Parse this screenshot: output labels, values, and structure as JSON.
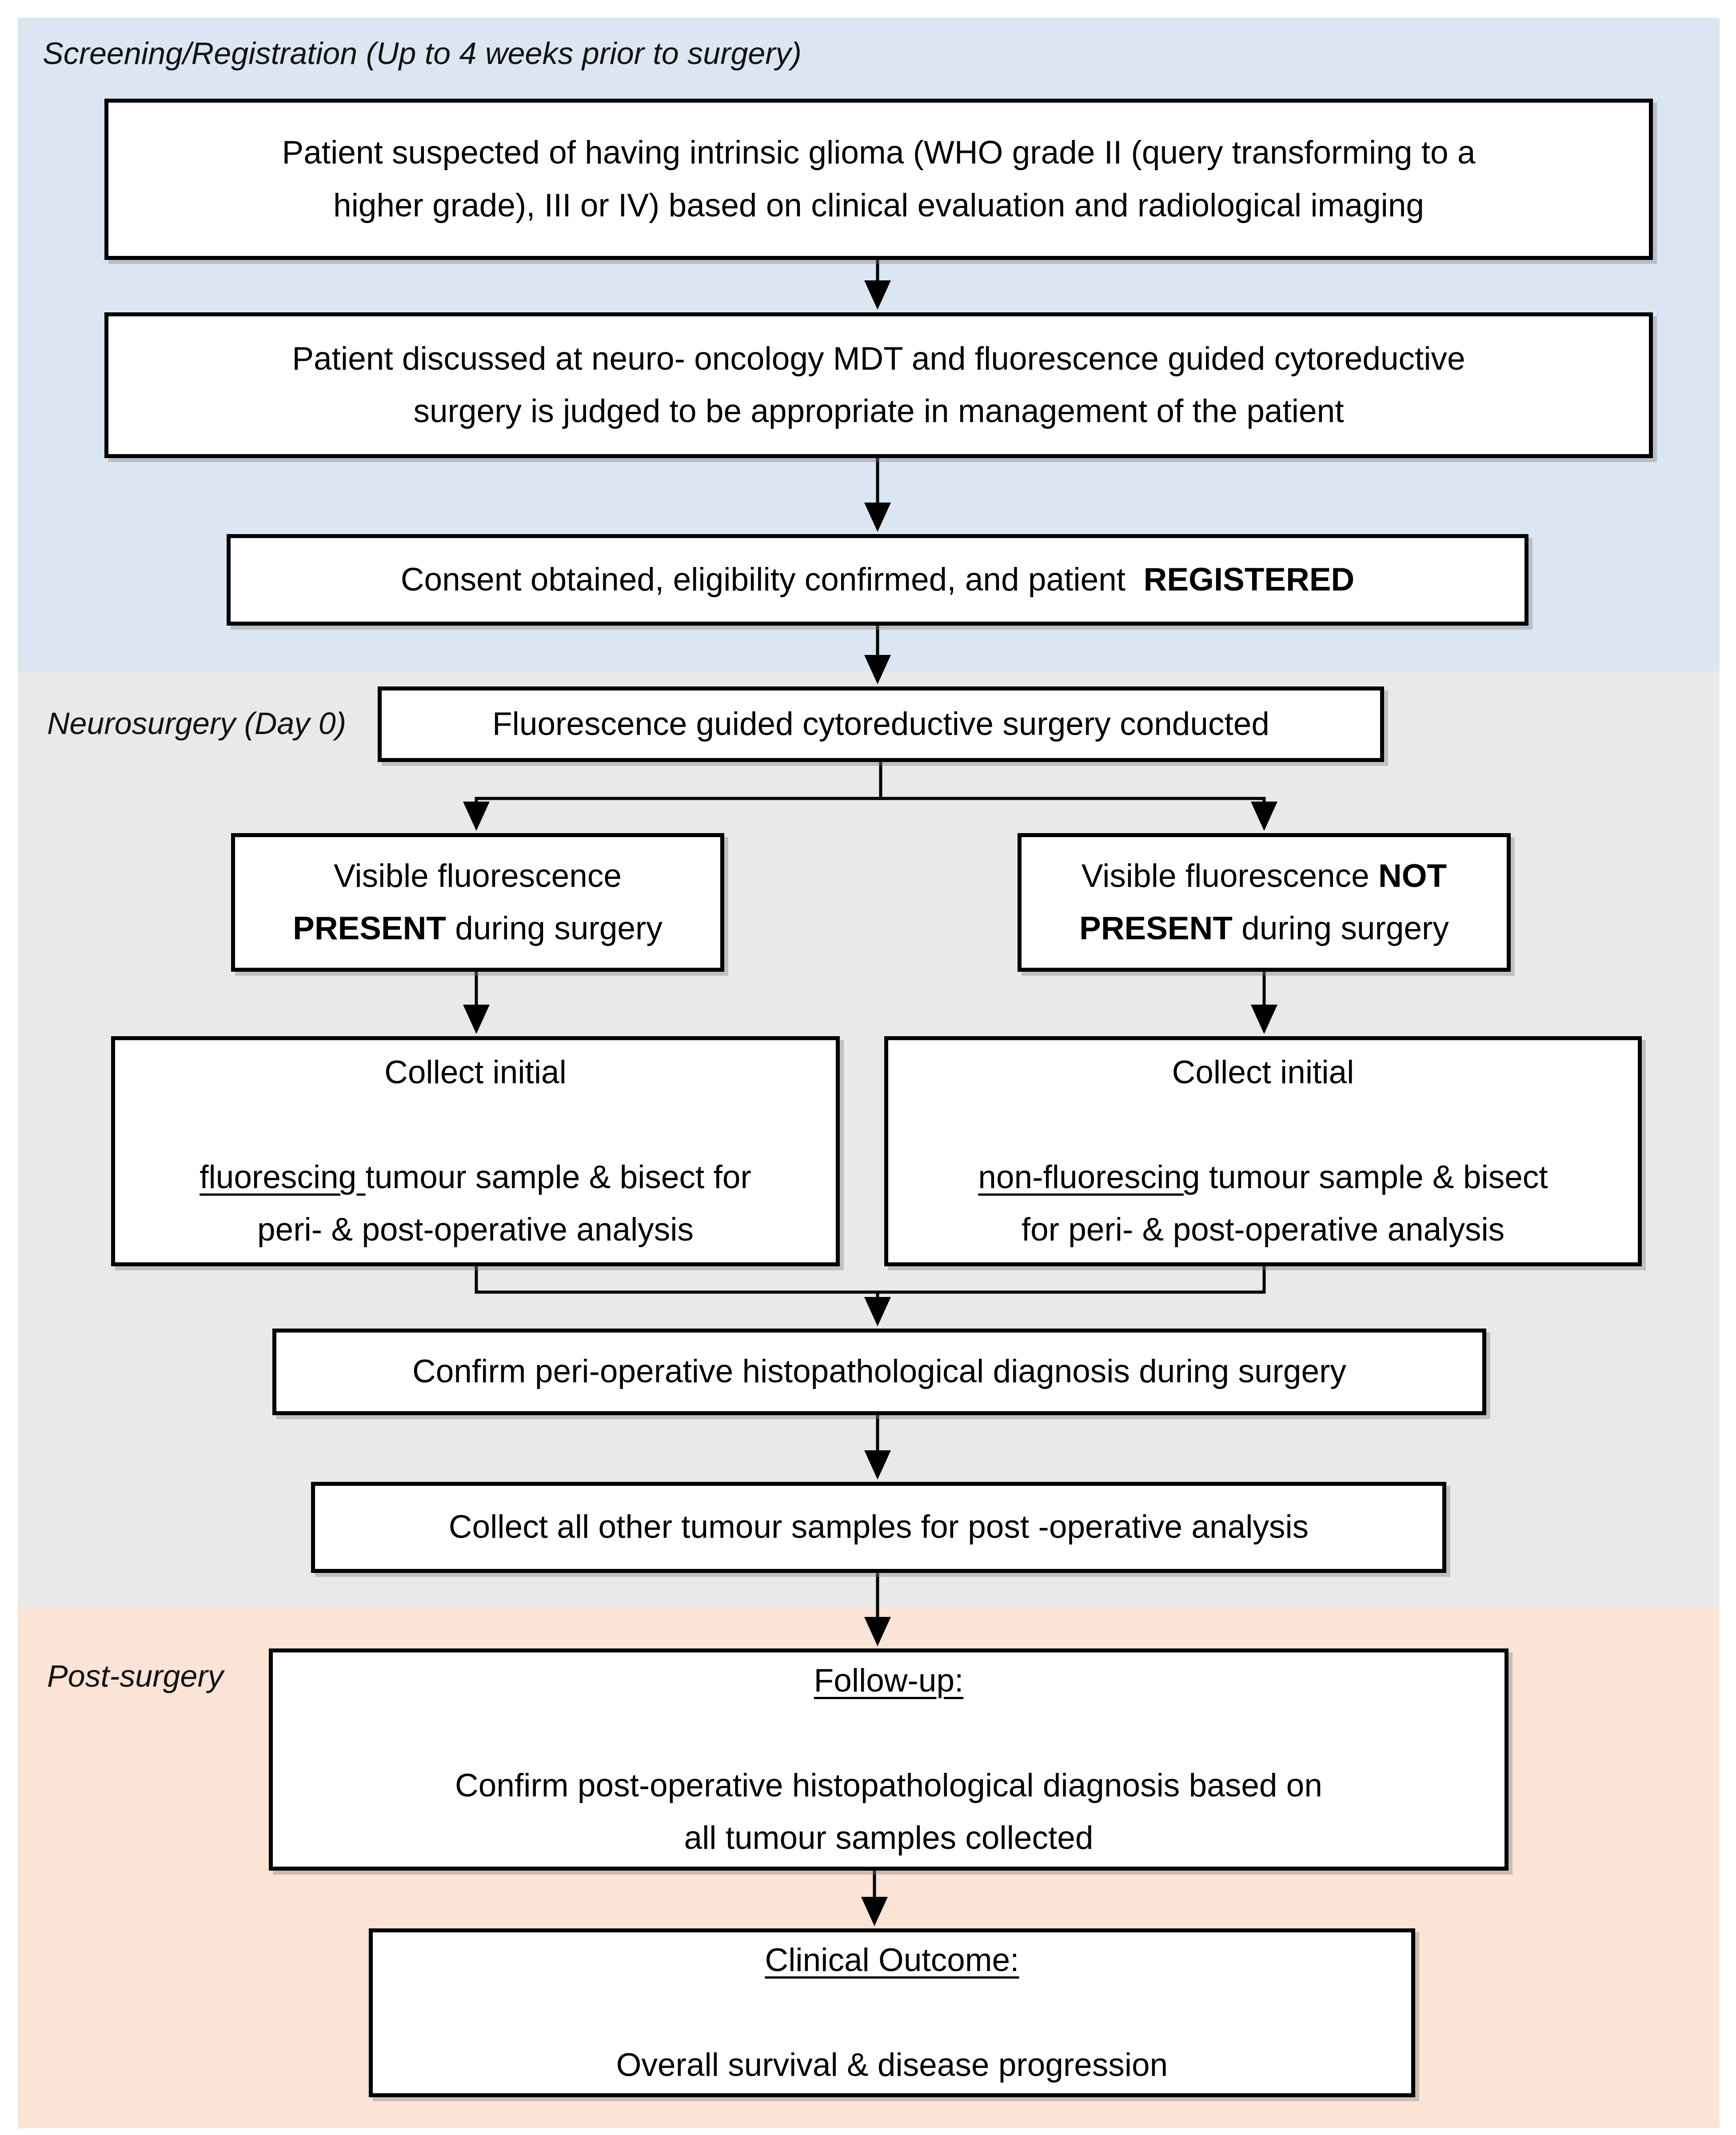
{
  "colors": {
    "screening_bg": "#dbe6f2",
    "neurosurgery_bg": "#e9e9e9",
    "post_surgery_bg": "#fbe3d5",
    "box_bg": "#ffffff",
    "box_border": "#000000",
    "arrow": "#000000"
  },
  "sections": [
    {
      "id": "screening",
      "label": "Screening/Registration (Up to 4 weeks prior to surgery)"
    },
    {
      "id": "neurosurgery",
      "label": "Neurosurgery (Day 0)"
    },
    {
      "id": "post_surgery",
      "label": "Post-surgery"
    }
  ],
  "boxes": [
    {
      "id": "patient-suspected",
      "lines": [
        [
          {
            "text": "Patient suspected of having intrinsic glioma (WHO grade II (query transforming to a"
          }
        ],
        [
          {
            "text": "higher grade), III or IV) based on clinical evaluation and radiological imaging"
          }
        ]
      ]
    },
    {
      "id": "mdt-discussion",
      "lines": [
        [
          {
            "text": "Patient discussed at neuro- oncology MDT and fluorescence guided cytoreductive"
          }
        ],
        [
          {
            "text": "surgery is judged to be appropriate in management of the patient"
          }
        ]
      ]
    },
    {
      "id": "consent-registered",
      "lines": [
        [
          {
            "text": "Consent obtained, eligibility confirmed, and patient  "
          },
          {
            "text": "REGISTERED",
            "bold": true
          }
        ]
      ]
    },
    {
      "id": "surgery-conducted",
      "lines": [
        [
          {
            "text": "Fluorescence guided cytoreductive surgery conducted"
          }
        ]
      ]
    },
    {
      "id": "fluorescence-present",
      "lines": [
        [
          {
            "text": "Visible fluorescence"
          }
        ],
        [
          {
            "text": "PRESENT",
            "bold": true
          },
          {
            "text": " during surgery"
          }
        ]
      ]
    },
    {
      "id": "fluorescence-not-present",
      "lines": [
        [
          {
            "text": "Visible fluorescence "
          },
          {
            "text": "NOT",
            "bold": true
          }
        ],
        [
          {
            "text": "PRESENT",
            "bold": true
          },
          {
            "text": " during surgery"
          }
        ]
      ]
    },
    {
      "id": "collect-fluorescing",
      "lines": [
        [
          {
            "text": "Collect initial"
          }
        ],
        [],
        [
          {
            "text": "fluorescing ",
            "underline": true
          },
          {
            "text": "tumour sample & bisect for"
          }
        ],
        [
          {
            "text": "peri- & post-operative analysis"
          }
        ]
      ]
    },
    {
      "id": "collect-non-fluorescing",
      "lines": [
        [
          {
            "text": "Collect initial"
          }
        ],
        [],
        [
          {
            "text": "non-fluorescing",
            "underline": true
          },
          {
            "text": " tumour sample & bisect"
          }
        ],
        [
          {
            "text": "for peri- & post-operative analysis"
          }
        ]
      ]
    },
    {
      "id": "confirm-peri-operative",
      "lines": [
        [
          {
            "text": "Confirm peri-operative histopathological diagnosis during surgery"
          }
        ]
      ]
    },
    {
      "id": "collect-all-samples",
      "lines": [
        [
          {
            "text": "Collect all other tumour samples for post -operative analysis"
          }
        ]
      ]
    },
    {
      "id": "follow-up",
      "lines": [
        [
          {
            "text": "Follow-up:",
            "underline": true
          }
        ],
        [],
        [
          {
            "text": "Confirm post-operative histopathological diagnosis based on"
          }
        ],
        [
          {
            "text": "all tumour samples collected"
          }
        ]
      ]
    },
    {
      "id": "clinical-outcome",
      "lines": [
        [
          {
            "text": "Clinical Outcome:",
            "underline": true
          }
        ],
        [],
        [
          {
            "text": "Overall survival & disease progression"
          }
        ]
      ]
    }
  ]
}
